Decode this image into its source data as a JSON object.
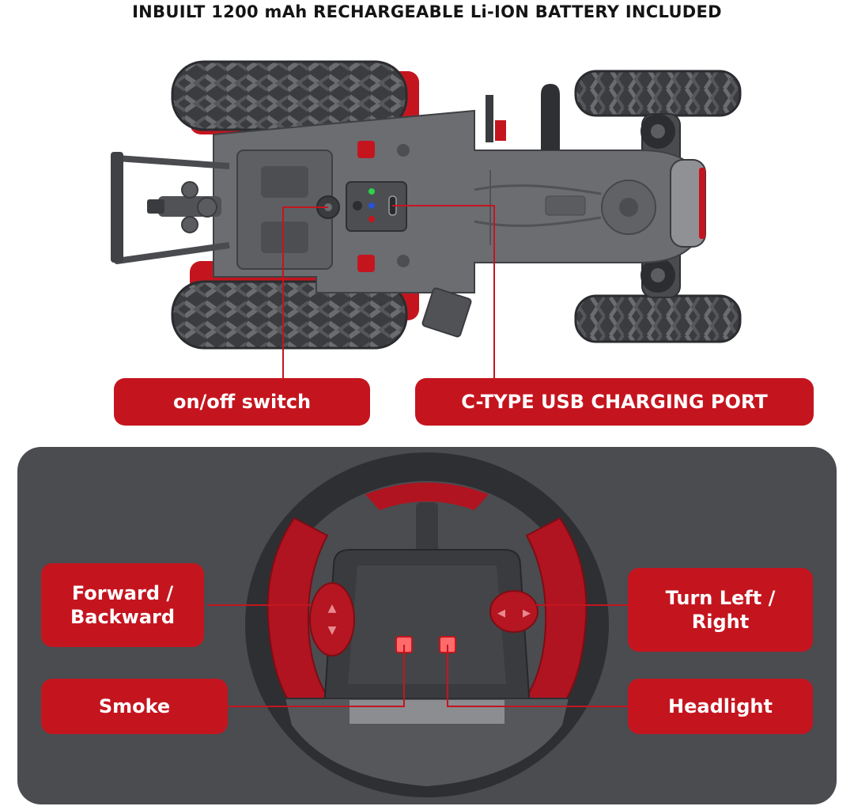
{
  "header": {
    "title": "INBUILT 1200 mAh RECHARGEABLE Li-ION BATTERY INCLUDED"
  },
  "tractor": {
    "labels": {
      "switch": "on/off switch",
      "port": "C-TYPE USB CHARGING PORT"
    }
  },
  "remote": {
    "labels": {
      "forward_backward": "Forward / Backward",
      "turn": "Turn Left / Right",
      "smoke": "Smoke",
      "headlight": "Headlight"
    }
  },
  "colors": {
    "accent_red": "#c4151f",
    "panel_gray": "#4a4c50",
    "body_gray": "#6b6d71",
    "tire_dark": "#3a3b3e"
  }
}
